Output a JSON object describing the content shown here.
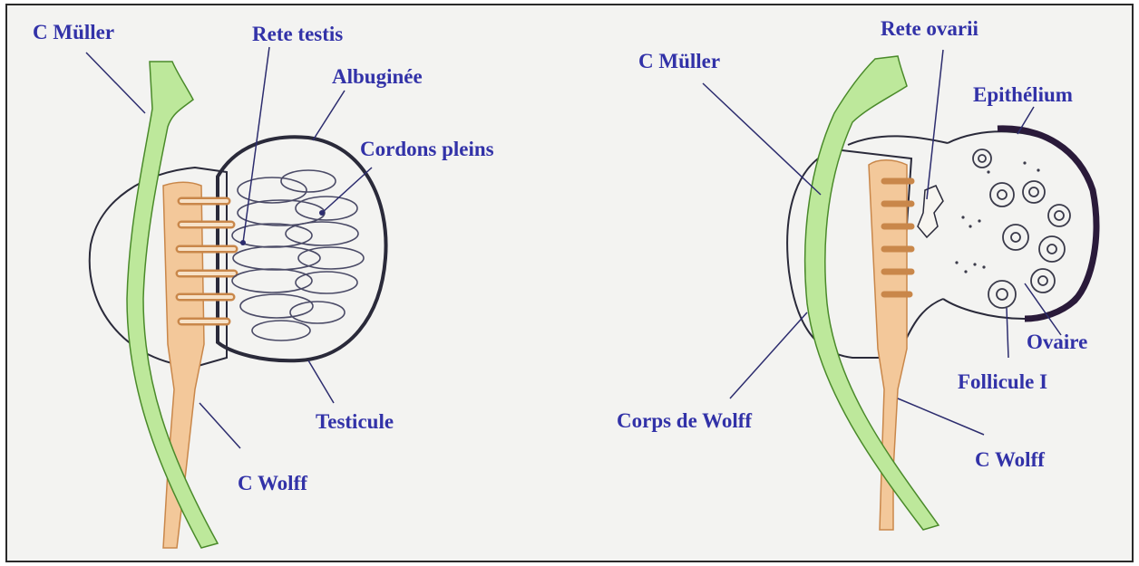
{
  "colors": {
    "label": "#3232a8",
    "muller_duct": "#bde89b",
    "wolff_duct": "#f3c89a",
    "outline": "#2a2a3a",
    "leader": "#2c2c6e",
    "background": "#f3f3f1"
  },
  "male": {
    "labels": {
      "c_muller": "C Müller",
      "rete_testis": "Rete testis",
      "albuginee": "Albuginée",
      "cordons_pleins": "Cordons pleins",
      "testicule": "Testicule",
      "c_wolff": "C Wolff"
    }
  },
  "female": {
    "labels": {
      "c_muller": "C Müller",
      "rete_ovarii": "Rete ovarii",
      "epithelium": "Epithélium",
      "ovaire": "Ovaire",
      "follicule": "Follicule I",
      "corps_de_wolff": "Corps de Wolff",
      "c_wolff": "C Wolff"
    }
  }
}
